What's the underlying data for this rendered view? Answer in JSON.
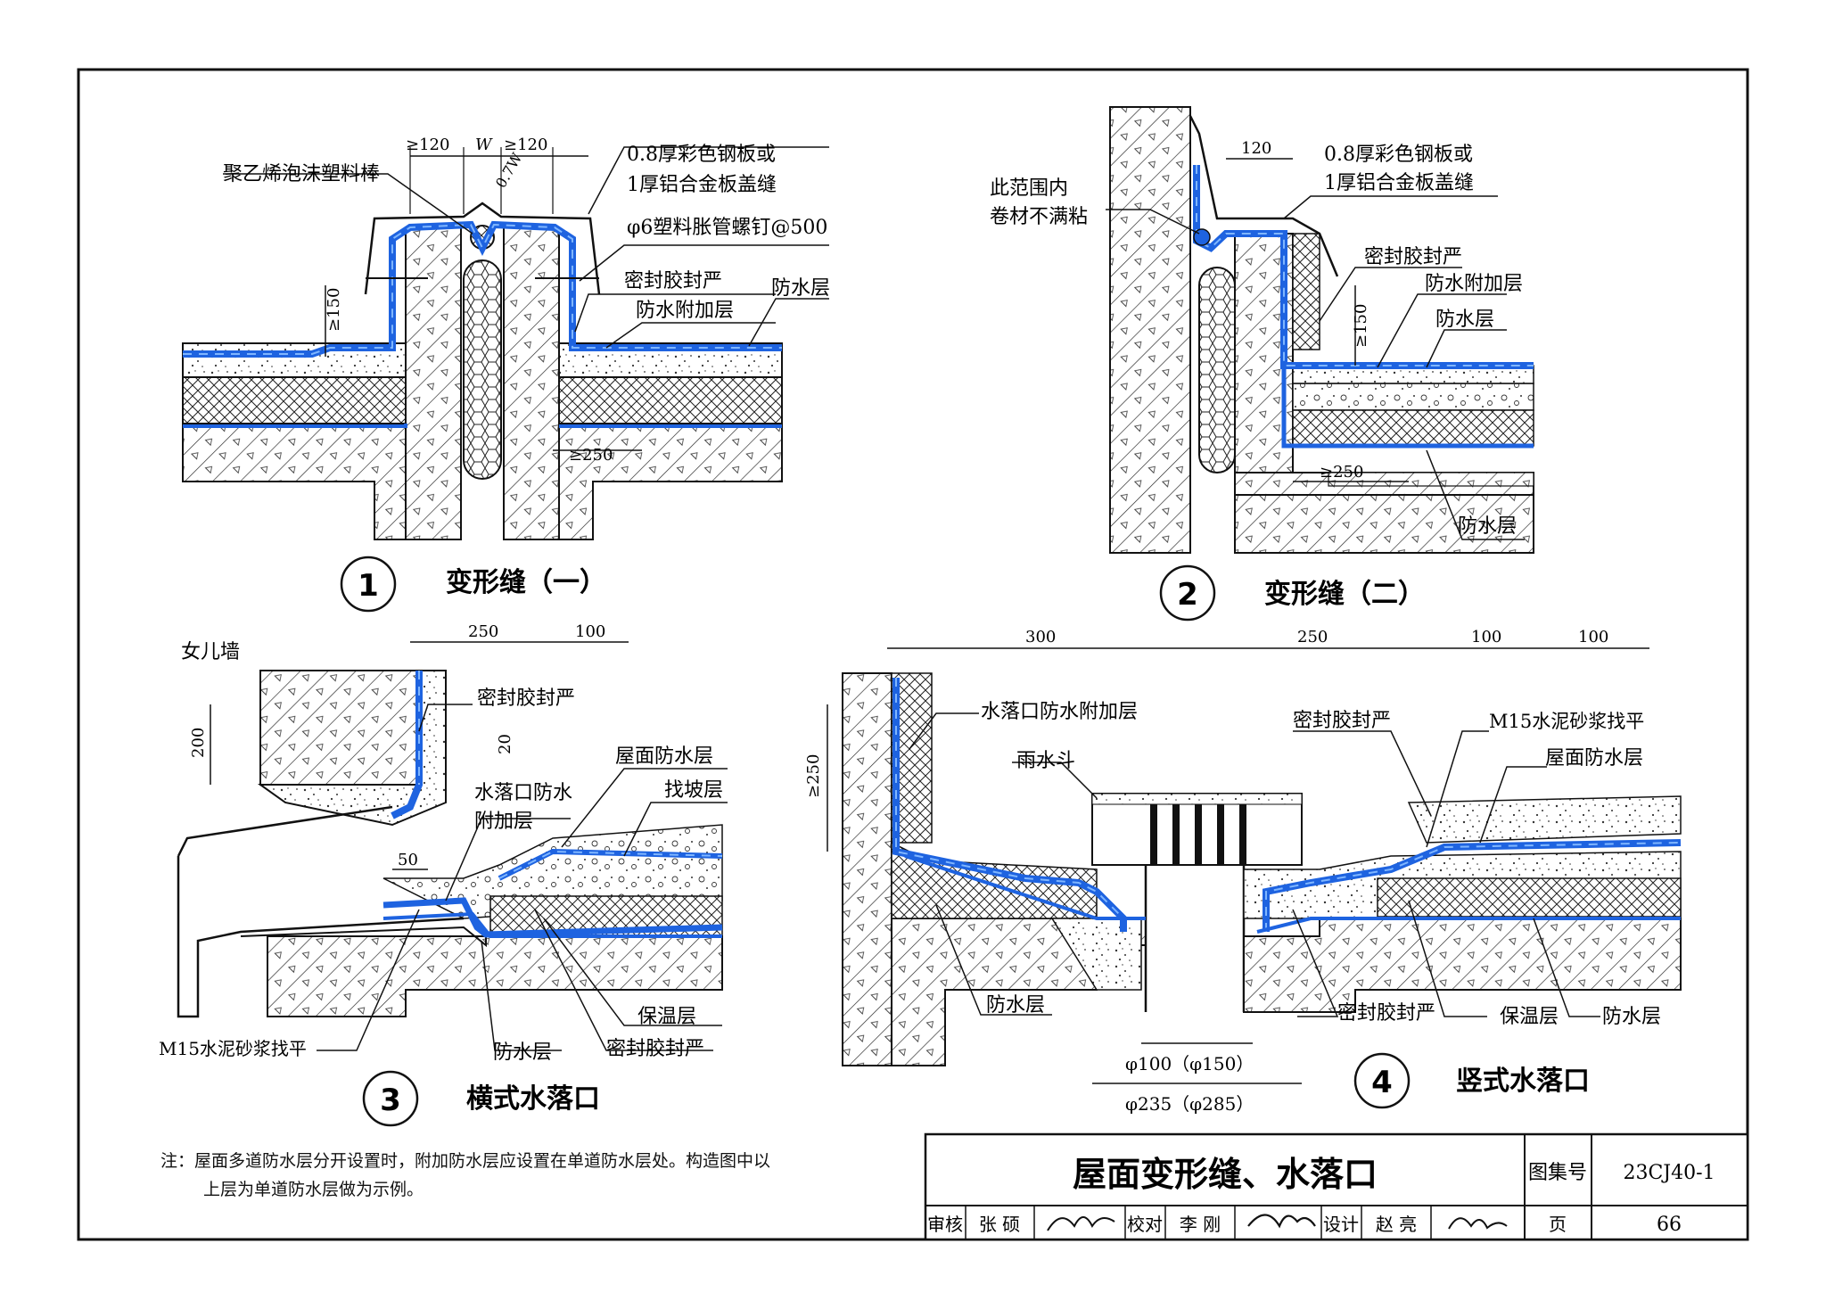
{
  "detail1": {
    "num": "1",
    "title": "变形缝（一）",
    "labels": {
      "rod": "聚乙烯泡沫塑料棒",
      "cover1": "0.8厚彩色钢板或",
      "cover2": "1厚铝合金板盖缝",
      "nail": "φ6塑料胀管螺钉@500",
      "seal": "密封胶封严",
      "extra": "防水附加层",
      "wp": "防水层"
    },
    "dims": {
      "d120a": "≥120",
      "dW": "W",
      "d120b": "≥120",
      "d07w": "0.7W",
      "d150": "≥150",
      "d250": "≥250"
    }
  },
  "detail2": {
    "num": "2",
    "title": "变形缝（二）",
    "labels": {
      "range1": "此范围内",
      "range2": "卷材不满粘",
      "cover1": "0.8厚彩色钢板或",
      "cover2": "1厚铝合金板盖缝",
      "seal": "密封胶封严",
      "extra": "防水附加层",
      "wp": "防水层",
      "wp2": "防水层"
    },
    "dims": {
      "d120": "120",
      "d150": "≥150",
      "d250": "≥250"
    }
  },
  "detail3": {
    "num": "3",
    "title": "横式水落口",
    "labels": {
      "parapet": "女儿墙",
      "seal": "密封胶封严",
      "roofwp": "屋面防水层",
      "slope": "找坡层",
      "outlet1": "水落口防水",
      "outlet2": "附加层",
      "insul": "保温层",
      "mortar": "M15水泥砂浆找平",
      "wp": "防水层",
      "seal2": "密封胶封严"
    },
    "dims": {
      "d250": "250",
      "d100": "100",
      "d200": "200",
      "d20": "20",
      "d50": "50"
    }
  },
  "detail4": {
    "num": "4",
    "title": "竖式水落口",
    "labels": {
      "extra": "水落口防水附加层",
      "hopper": "雨水斗",
      "seal": "密封胶封严",
      "mortar": "M15水泥砂浆找平",
      "roofwp": "屋面防水层",
      "wp": "防水层",
      "seal2": "密封胶封严",
      "insul": "保温层",
      "wp2": "防水层"
    },
    "dims": {
      "d300": "300",
      "d250": "250",
      "d100a": "100",
      "d100b": "100",
      "d250v": "≥250",
      "dia1": "φ100（φ150）",
      "dia2": "φ235（φ285）"
    }
  },
  "note": {
    "line1": "注：屋面多道防水层分开设置时，附加防水层应设置在单道防水层处。构造图中以",
    "line2": "上层为单道防水层做为示例。"
  },
  "titleblock": {
    "title": "屋面变形缝、水落口",
    "atlas_label": "图集号",
    "atlas_no": "23CJ40-1",
    "review_label": "审核",
    "review_name": "张 硕",
    "check_label": "校对",
    "check_name": "李 刚",
    "design_label": "设计",
    "design_name": "赵 亮",
    "page_label": "页",
    "page_no": "66"
  },
  "colors": {
    "membrane": "#1e63e0",
    "membrane_light": "#7fb6ff",
    "line": "#111111"
  }
}
